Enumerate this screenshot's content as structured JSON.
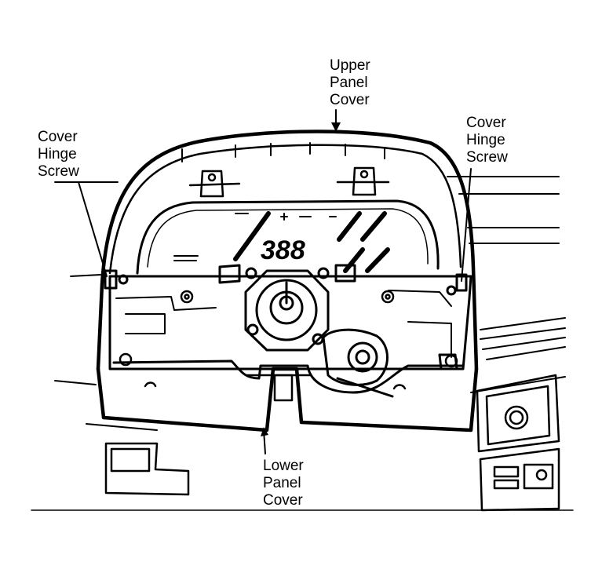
{
  "diagram": {
    "labels": {
      "upper_panel_cover": [
        "Upper",
        "Panel",
        "Cover"
      ],
      "cover_hinge_screw_left": [
        "Cover",
        "Hinge",
        "Screw"
      ],
      "cover_hinge_screw_right": [
        "Cover",
        "Hinge",
        "Screw"
      ],
      "lower_panel_cover": [
        "Lower",
        "Panel",
        "Cover"
      ]
    },
    "display_readout": "388"
  }
}
